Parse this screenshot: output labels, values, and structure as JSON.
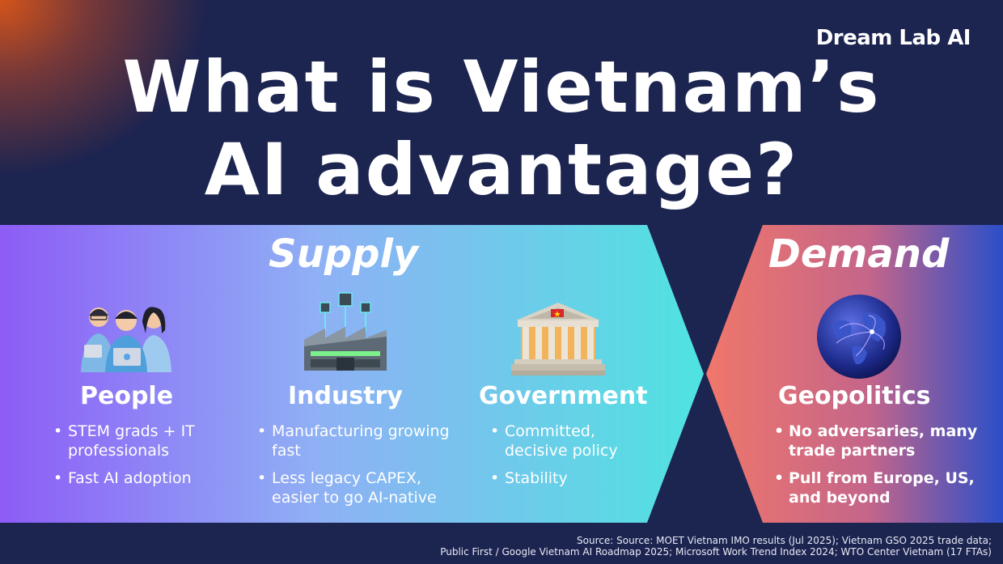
{
  "brand": "Dream Lab AI",
  "title": {
    "line1": "What is Vietnam’s",
    "line2": "AI advantage?"
  },
  "supply": {
    "heading": "Supply",
    "columns": [
      {
        "title": "People",
        "icon": "people-with-laptops-icon",
        "bullets": [
          "STEM grads + IT professionals",
          "Fast AI adoption"
        ]
      },
      {
        "title": "Industry",
        "icon": "factory-chip-icon",
        "bullets": [
          "Manufacturing growing fast",
          "Less legacy CAPEX, easier to go AI-native"
        ]
      },
      {
        "title": "Government",
        "icon": "government-building-icon",
        "bullets": [
          "Committed, decisive policy",
          "Stability"
        ]
      }
    ]
  },
  "demand": {
    "heading": "Demand",
    "columns": [
      {
        "title": "Geopolitics",
        "icon": "globe-network-icon",
        "bullets": [
          "No adversaries, many trade partners",
          "Pull from Europe, US, and beyond"
        ]
      }
    ]
  },
  "source": {
    "line1": "Source: Source: MOET Vietnam IMO results (Jul 2025); Vietnam GSO 2025 trade data;",
    "line2": "Public First / Google Vietnam AI Roadmap 2025; Microsoft Work Trend Index 2024; WTO Center Vietnam (17 FTAs)"
  },
  "colors": {
    "background": "#1c2450",
    "supply_gradient_start": "#8d5cf6",
    "supply_gradient_end": "#4fe3e0",
    "demand_gradient_start": "#f0776a",
    "demand_gradient_end": "#2a4fc9"
  }
}
